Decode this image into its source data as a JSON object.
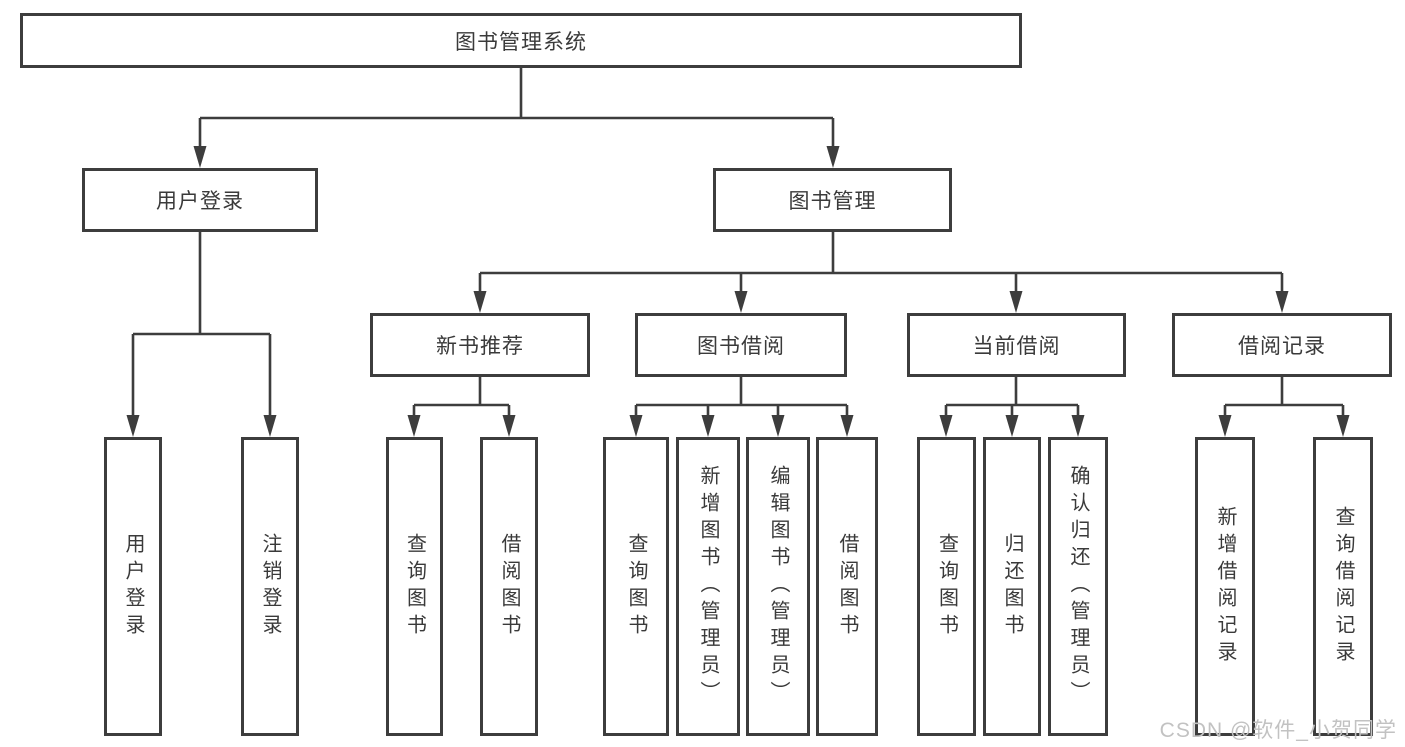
{
  "tree": {
    "root": "图书管理系统",
    "login": {
      "label": "用户登录",
      "children": [
        "用户登录",
        "注销登录"
      ]
    },
    "mgmt": {
      "label": "图书管理",
      "children": [
        {
          "label": "新书推荐",
          "children": [
            "查询图书",
            "借阅图书"
          ]
        },
        {
          "label": "图书借阅",
          "children": [
            "查询图书",
            "新增图书（管理员）",
            "编辑图书（管理员）",
            "借阅图书"
          ]
        },
        {
          "label": "当前借阅",
          "children": [
            "查询图书",
            "归还图书",
            "确认归还（管理员）"
          ]
        },
        {
          "label": "借阅记录",
          "children": [
            "新增借阅记录",
            "查询借阅记录"
          ]
        }
      ]
    }
  },
  "watermark": "CSDN @软件_小贺同学",
  "colors": {
    "line": "#3d3d3d",
    "text": "#3a3a3a",
    "box_fill": "#ffffff",
    "background": "#ffffff",
    "watermark": "#c2c2c2"
  }
}
